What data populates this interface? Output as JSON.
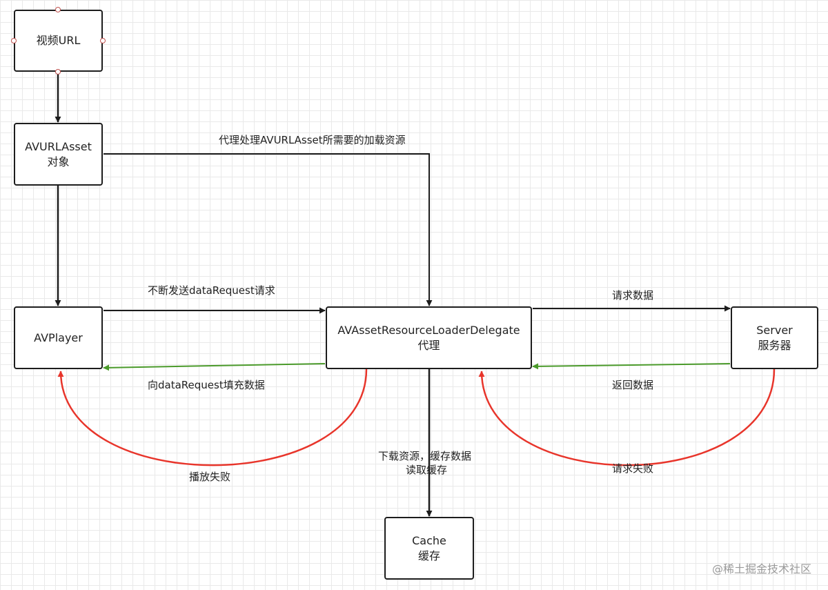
{
  "nodes": {
    "video_url": [
      "视频URL"
    ],
    "avurlasset": [
      "AVURLAsset",
      "对象"
    ],
    "avplayer": [
      "AVPlayer"
    ],
    "delegate": [
      "AVAssetResourceLoaderDelegate",
      "代理"
    ],
    "server": [
      "Server",
      "服务器"
    ],
    "cache": [
      "Cache",
      "缓存"
    ]
  },
  "edges": {
    "url_to_asset": {
      "from": "视频URL",
      "to": "AVURLAsset对象"
    },
    "asset_to_player": {
      "from": "AVURLAsset对象",
      "to": "AVPlayer"
    },
    "asset_to_delegate": {
      "from": "AVURLAsset对象",
      "to": "AVAssetResourceLoaderDelegate代理",
      "label": "代理处理AVURLAsset所需要的加载资源"
    },
    "player_to_delegate": {
      "from": "AVPlayer",
      "to": "AVAssetResourceLoaderDelegate代理",
      "label": "不断发送dataRequest请求"
    },
    "delegate_to_server": {
      "from": "AVAssetResourceLoaderDelegate代理",
      "to": "Server服务器",
      "label": "请求数据"
    },
    "server_to_delegate": {
      "from": "Server服务器",
      "to": "AVAssetResourceLoaderDelegate代理",
      "label": "返回数据",
      "color": "#4a9a2a"
    },
    "delegate_to_player": {
      "from": "AVAssetResourceLoaderDelegate代理",
      "to": "AVPlayer",
      "label": "向dataRequest填充数据",
      "color": "#4a9a2a"
    },
    "delegate_to_player_fail": {
      "from": "AVAssetResourceLoaderDelegate代理",
      "to": "AVPlayer",
      "label": "播放失败",
      "color": "#e8352b"
    },
    "server_to_delegate_fail": {
      "from": "Server服务器",
      "to": "AVAssetResourceLoaderDelegate代理",
      "label": "请求失败",
      "color": "#e8352b"
    },
    "delegate_to_cache": {
      "from": "AVAssetResourceLoaderDelegate代理",
      "to": "Cache缓存",
      "label": [
        "下载资源，缓存数据",
        "读取缓存"
      ]
    }
  },
  "colors": {
    "line": "#1c1c1c",
    "success": "#4a9a2a",
    "failure": "#e8352b",
    "handle": "#c0504d",
    "grid": "#e9e9e9"
  },
  "watermark": "@稀土掘金技术社区"
}
